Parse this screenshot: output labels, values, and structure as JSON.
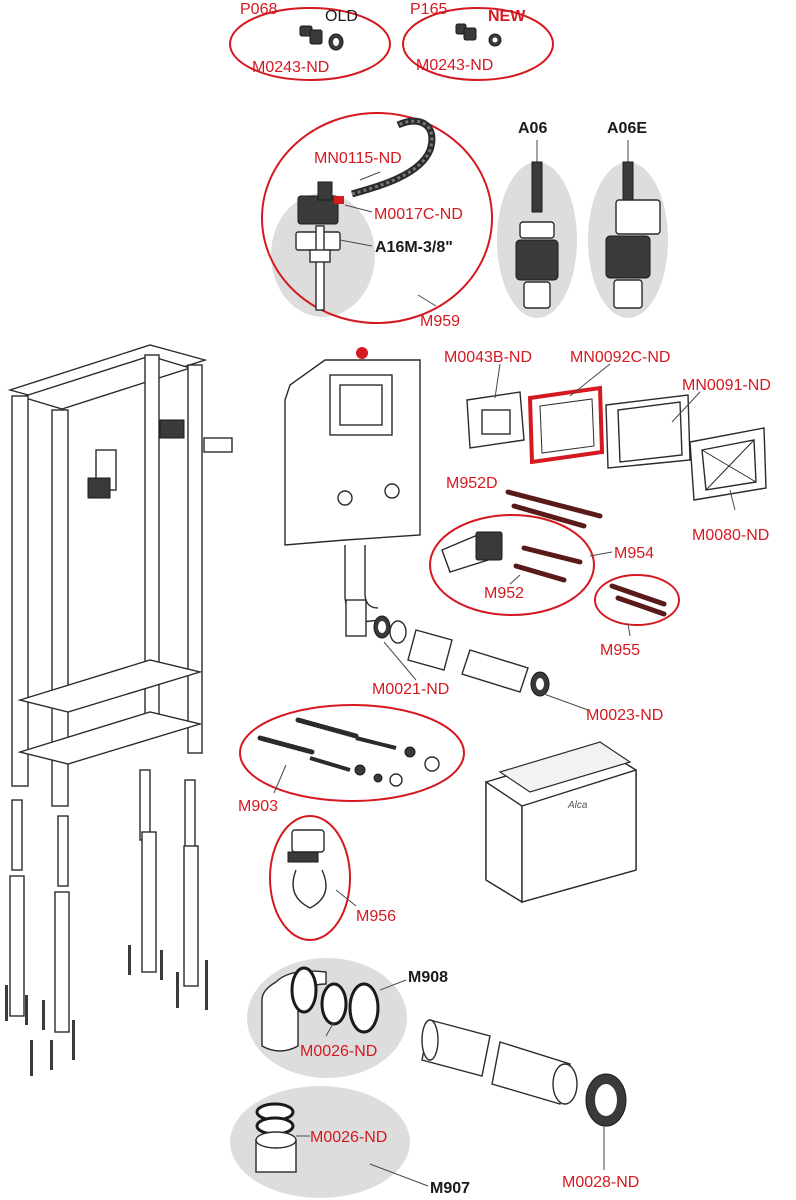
{
  "callouts": {
    "p068": "P068",
    "old": "OLD",
    "m0243_a": "M0243-ND",
    "p165": "P165",
    "new": "NEW",
    "m0243_b": "M0243-ND",
    "mn0115": "MN0115-ND",
    "m0017c": "M0017C-ND",
    "a16m": "A16M-3/8\"",
    "m959": "M959",
    "a06": "A06",
    "a06e": "A06E",
    "m0043b": "M0043B-ND",
    "mn0092c": "MN0092C-ND",
    "mn0091": "MN0091-ND",
    "m952d": "M952D",
    "m954": "M954",
    "m952": "M952",
    "m0080": "M0080-ND",
    "m955": "M955",
    "m0021": "M0021-ND",
    "m0023": "M0023-ND",
    "m903": "M903",
    "m956": "M956",
    "m908": "M908",
    "m0026_a": "M0026-ND",
    "m0026_b": "M0026-ND",
    "m0028": "M0028-ND",
    "m907": "M907"
  },
  "logo_text": "Alca",
  "colors": {
    "callout_red": "#d51920",
    "label_black": "#1a1a1a",
    "group_bg": "#dddddd"
  }
}
